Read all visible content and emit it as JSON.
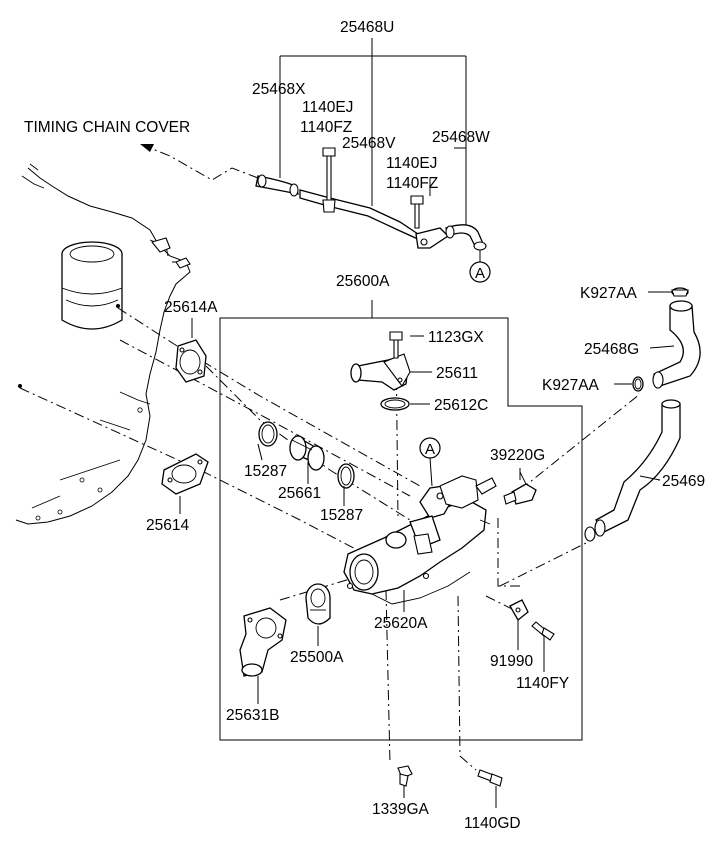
{
  "diagram": {
    "callouts": {
      "p25468U": "25468U",
      "p25468X": "25468X",
      "p1140EJ_a": "1140EJ",
      "p1140FZ_a": "1140FZ",
      "p25468V": "25468V",
      "p25468W": "25468W",
      "p1140EJ_b": "1140EJ",
      "p1140FZ_b": "1140FZ",
      "timing_chain_cover": "TIMING CHAIN COVER",
      "p25600A": "25600A",
      "p25614A": "25614A",
      "p1123GX": "1123GX",
      "p25611": "25611",
      "p25612C": "25612C",
      "p15287_a": "15287",
      "p25661": "25661",
      "p15287_b": "15287",
      "p39220G": "39220G",
      "p25614": "25614",
      "p25620A": "25620A",
      "p25500A": "25500A",
      "p25631B": "25631B",
      "p91990": "91990",
      "p1140FY": "1140FY",
      "p1339GA": "1339GA",
      "p1140GD": "1140GD",
      "pK927AA_a": "K927AA",
      "p25468G": "25468G",
      "pK927AA_b": "K927AA",
      "p25469": "25469"
    },
    "markers": {
      "ref_a_top": "A",
      "ref_a_mid": "A"
    }
  }
}
